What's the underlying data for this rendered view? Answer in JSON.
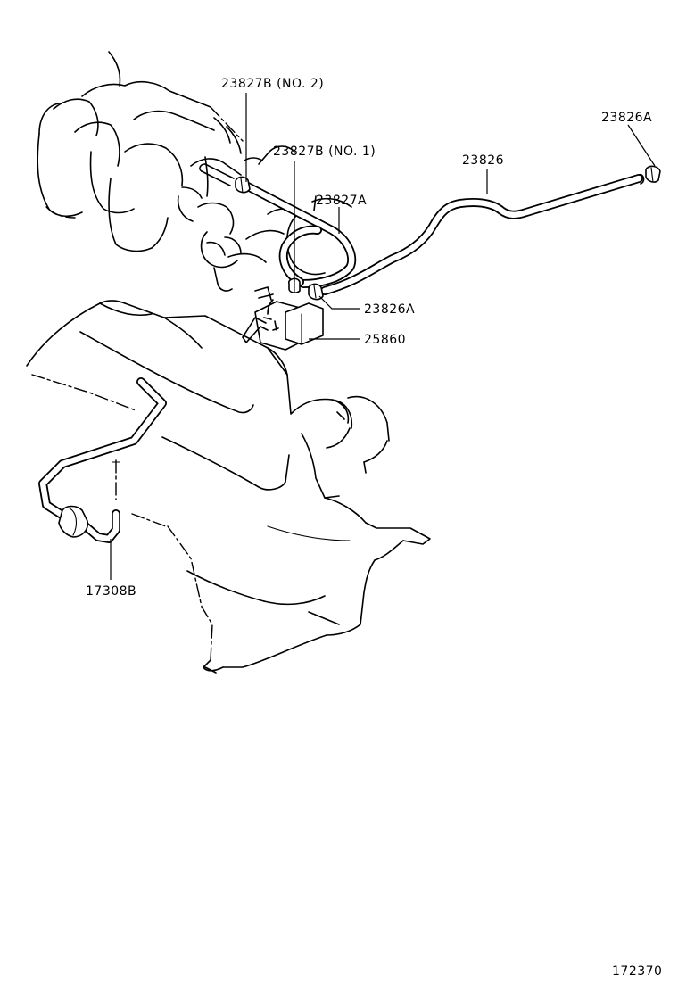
{
  "figure_number": "172370",
  "callouts": [
    {
      "id": "c1",
      "part_no": "23827B (NO. 2)"
    },
    {
      "id": "c2",
      "part_no": "23827B (NO. 1)"
    },
    {
      "id": "c3",
      "part_no": "23827A"
    },
    {
      "id": "c4",
      "part_no": "23826"
    },
    {
      "id": "c5",
      "part_no": "23826A"
    },
    {
      "id": "c6",
      "part_no": "23826A"
    },
    {
      "id": "c7",
      "part_no": "25860"
    },
    {
      "id": "c8",
      "part_no": "17308B"
    }
  ]
}
